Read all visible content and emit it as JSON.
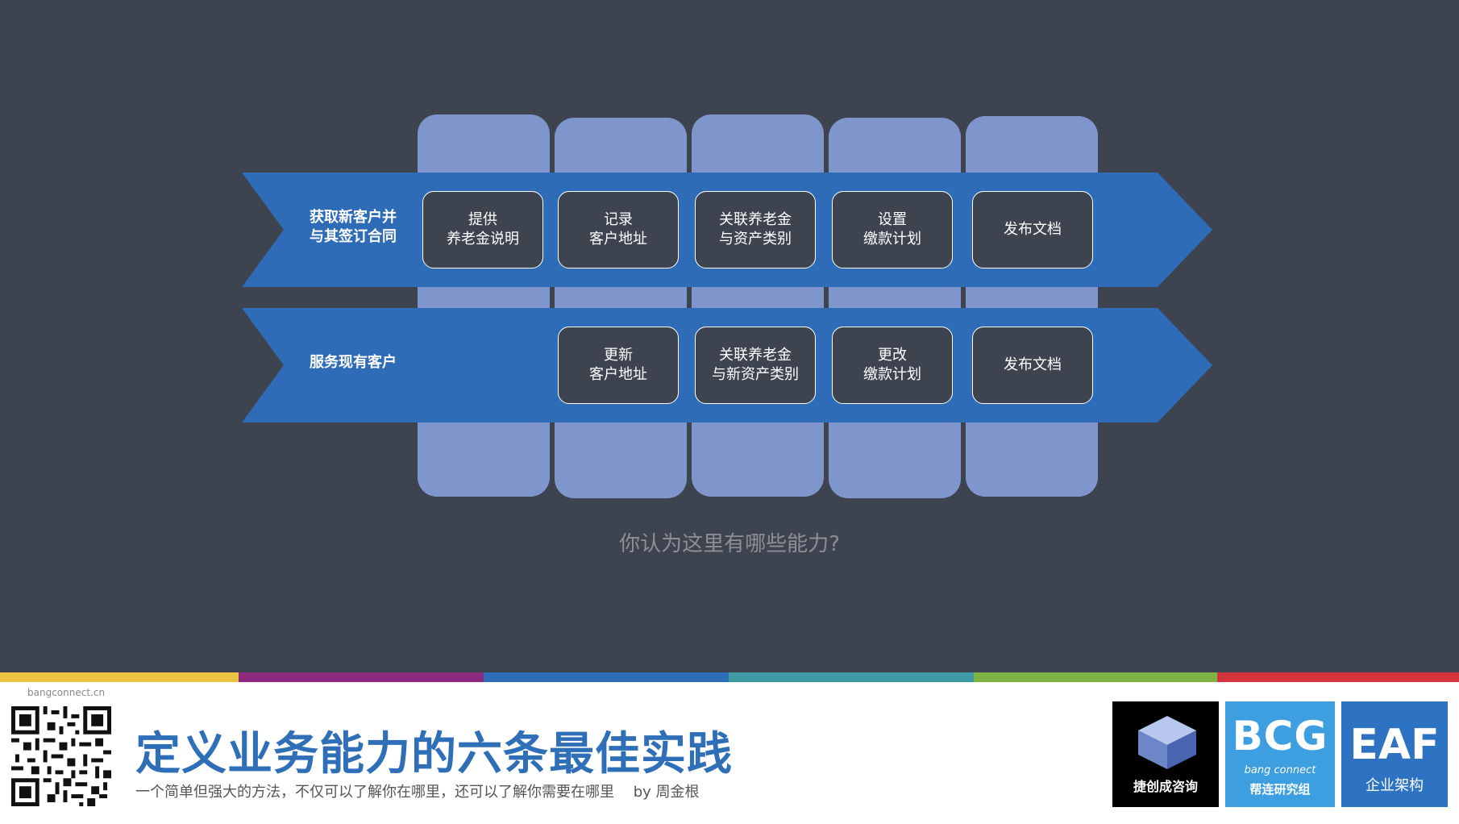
{
  "diagram": {
    "rows": [
      {
        "label": "获取新客户并\n与其签订合同",
        "steps": [
          "提供\n养老金说明",
          "记录\n客户地址",
          "关联养老金\n与资产类别",
          "设置\n缴款计划",
          "发布文档"
        ]
      },
      {
        "label": "服务现有客户",
        "steps": [
          "",
          "更新\n客户地址",
          "关联养老金\n与新资产类别",
          "更改\n缴款计划",
          "发布文档"
        ]
      }
    ],
    "question": "你认为这里有哪些能力?"
  },
  "footer": {
    "url": "bangconnect.cn",
    "title": "定义业务能力的六条最佳实践",
    "subtitle": "一个简单但强大的方法，不仅可以了解你在哪里，还可以了解你需要在哪里　 by 周金根",
    "logos": [
      {
        "text": "捷创成咨询",
        "bg": "#000000"
      },
      {
        "big": "BCG",
        "small": "bang connect",
        "text": "帮连研究组",
        "bg": "#3d9ee0"
      },
      {
        "big": "EAF",
        "text": "企业架构",
        "bg": "#2e72c2"
      }
    ],
    "stripe_colors": [
      "#e9c341",
      "#8b2a7e",
      "#2f6cb8",
      "#3e9aa3",
      "#7cb342",
      "#d3343e"
    ]
  },
  "colors": {
    "background": "#3e444f",
    "arrow": "#2f6cb8",
    "column": "#7f96cc"
  }
}
